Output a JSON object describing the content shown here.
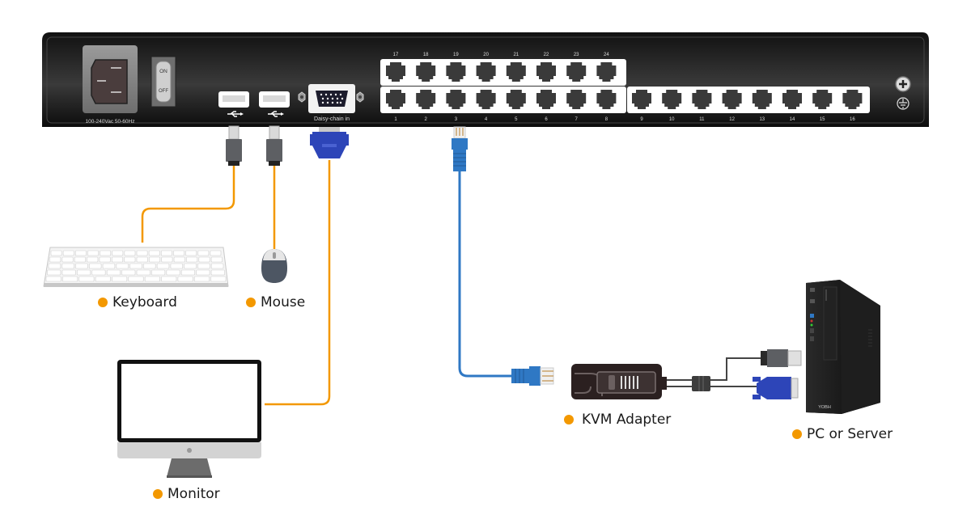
{
  "colors": {
    "accent_orange": "#f39800",
    "cable_orange": "#f39800",
    "cable_blue": "#2f78c4",
    "vga_blue": "#2d45b8",
    "chassis": "#1c1c1c",
    "port_gray": "#3a3a3a"
  },
  "chassis": {
    "power_label": "100-240Vac 50-60Hz",
    "switch_on": "ON",
    "switch_off": "OFF",
    "daisy_chain_label": "Daisy-chain in",
    "usb_icon": "usb-icon",
    "screw_icon": "screw-plus-icon",
    "ground_icon": "ground-icon"
  },
  "ports": {
    "top_row": [
      "17",
      "18",
      "19",
      "20",
      "21",
      "22",
      "23",
      "24"
    ],
    "bottom_row_left": [
      "1",
      "2",
      "3",
      "4",
      "5",
      "6",
      "7",
      "8"
    ],
    "bottom_row_right": [
      "9",
      "10",
      "11",
      "12",
      "13",
      "14",
      "15",
      "16"
    ]
  },
  "devices": {
    "keyboard": "Keyboard",
    "mouse": "Mouse",
    "monitor": "Monitor",
    "kvm_adapter": "KVM Adapter",
    "pc": "PC or Server",
    "pc_brand": "YOBH"
  }
}
